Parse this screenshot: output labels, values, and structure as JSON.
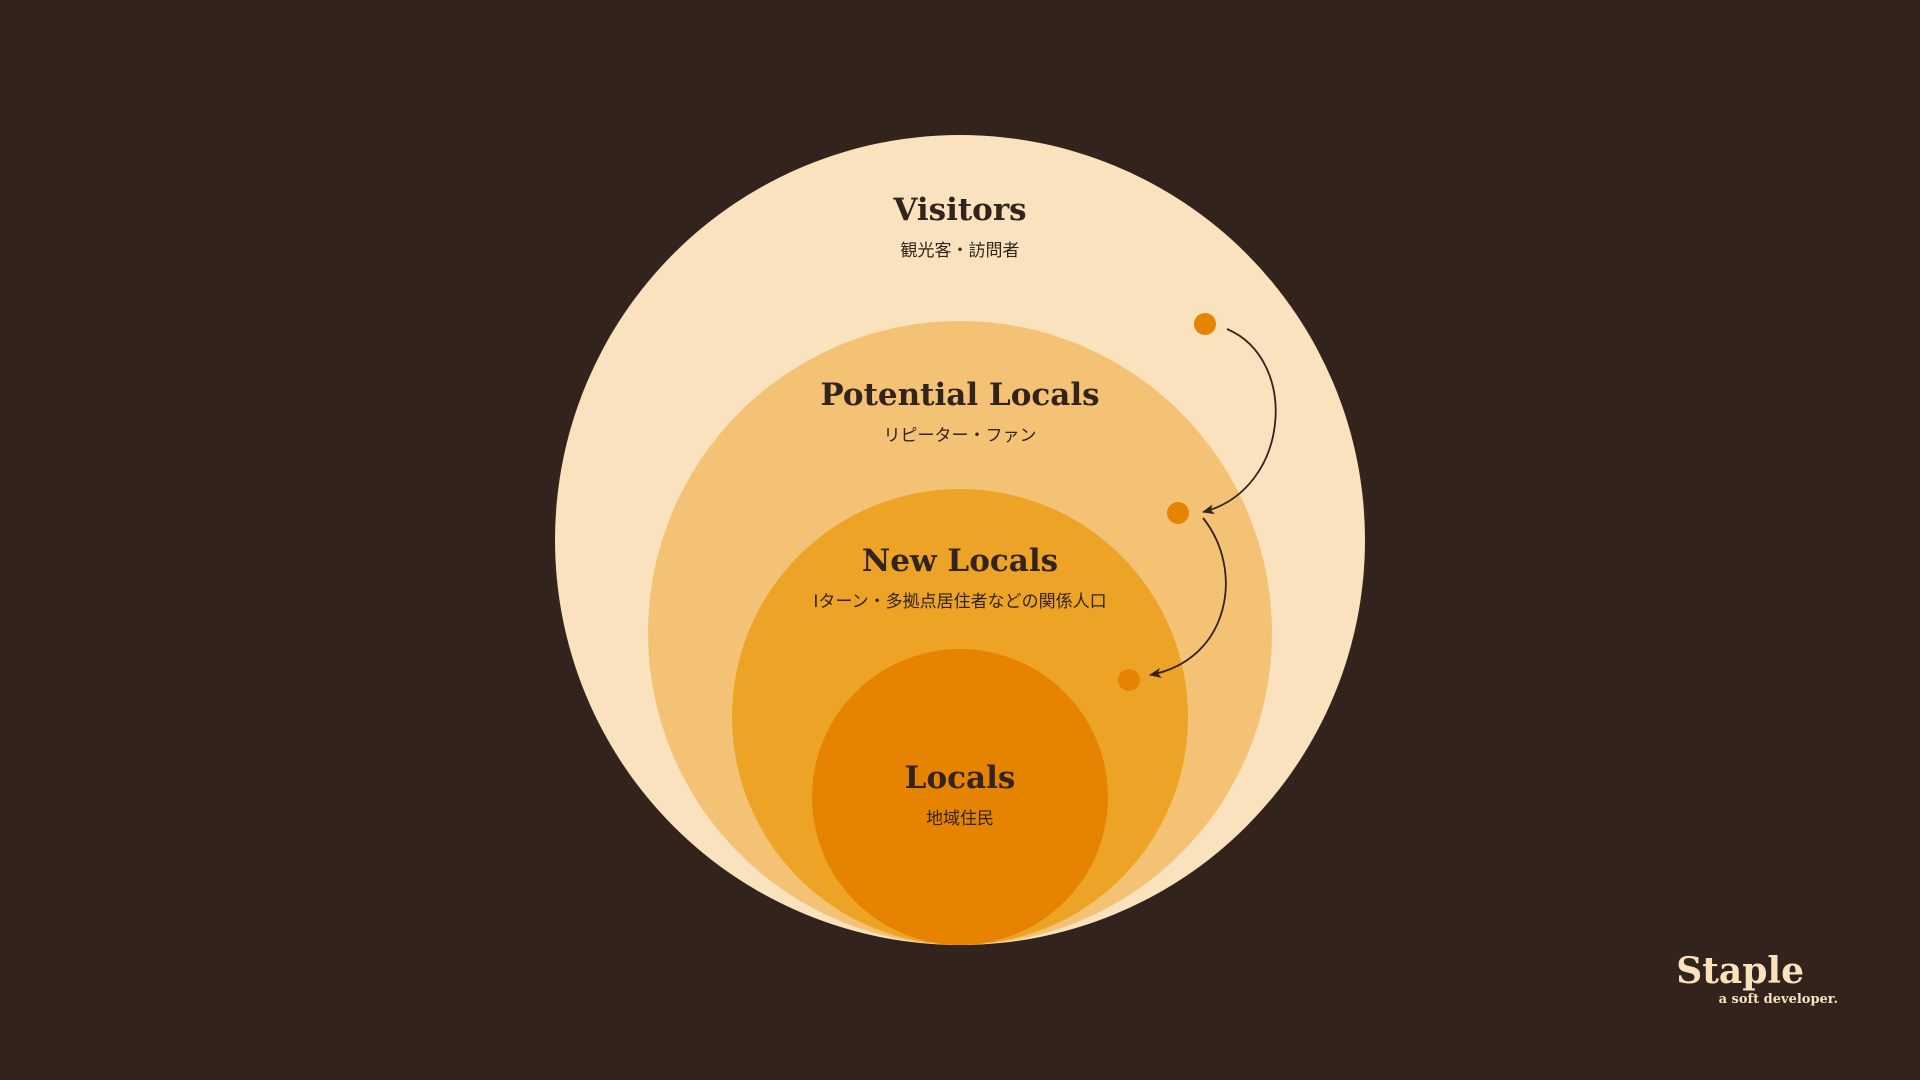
{
  "colors": {
    "background": "#32241d",
    "visitors": "#f9e2bd",
    "potential_locals": "#f4c275",
    "new_locals": "#eda426",
    "locals": "#e68300",
    "dot": "#e68300",
    "text": "#32241d"
  },
  "layers": [
    {
      "title": "Visitors",
      "subtitle": "観光客・訪問者"
    },
    {
      "title": "Potential Locals",
      "subtitle": "リピーター・ファン"
    },
    {
      "title": "New Locals",
      "subtitle": "Iターン・多拠点居住者などの関係人口"
    },
    {
      "title": "Locals",
      "subtitle": "地域住民"
    }
  ],
  "brand": {
    "name": "Staple",
    "tagline": "a soft developer."
  }
}
